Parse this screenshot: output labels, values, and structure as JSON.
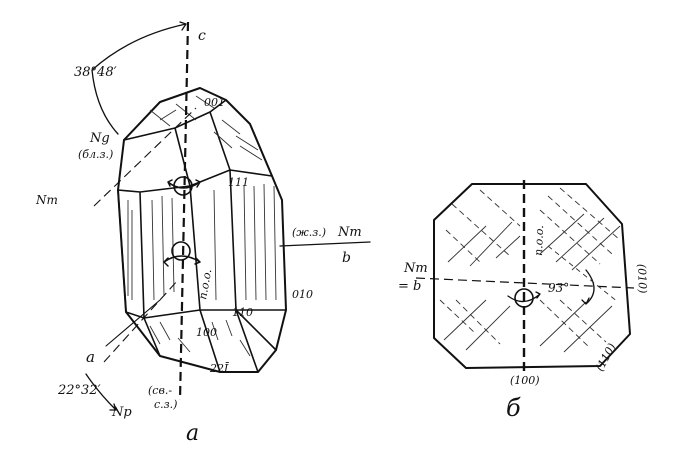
{
  "figure_a": {
    "caption": "а",
    "axis_c": "c",
    "angle_top": "38°48′",
    "ng": "Ng",
    "ng_note": "(бл.з.)",
    "nm_left": "Nm",
    "nm_right_note": "(ж.з.)",
    "nm_right": "Nm",
    "axis_b": "b",
    "face_001": "001",
    "face_111": "111",
    "face_110": "110",
    "face_010": "010",
    "face_100": "100",
    "face_221": "22Ī",
    "plane_label": "п.о.о.",
    "axis_a": "a",
    "angle_bottom": "22°32′",
    "np": "Np",
    "np_note_1": "(св.-",
    "np_note_2": "с.з.)"
  },
  "figure_b": {
    "caption": "б",
    "nm": "Nm",
    "eq_b": "= b",
    "plane_label": "п.о.о.",
    "angle": "93°",
    "face_010": "(010)",
    "face_110": "(110)",
    "face_100": "(100)"
  }
}
